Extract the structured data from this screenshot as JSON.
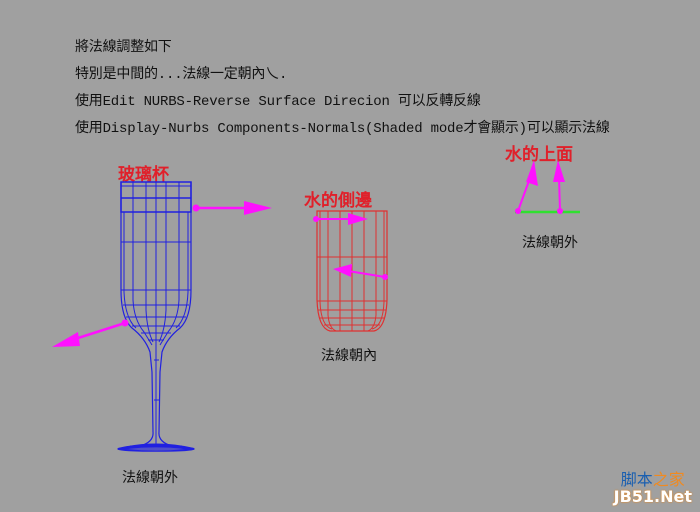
{
  "notes": [
    "將法線調整如下",
    "特別是中間的...法線一定朝內乀.",
    "使用Edit NURBS-Reverse Surface Direcion 可以反轉反線",
    "使用Display-Nurbs Components-Normals(Shaded mode才會顯示)可以顯示法線"
  ],
  "objects": {
    "glass": {
      "title": "玻璃杯",
      "caption": "法線朝外",
      "wire_color": "#2020e0"
    },
    "water_side": {
      "title": "水的側邊",
      "caption": "法線朝內",
      "wire_color": "#e03030"
    },
    "water_top": {
      "title": "水的上面",
      "caption": "法線朝外",
      "wire_color": "#30e030"
    }
  },
  "colors": {
    "background": "#a0a0a0",
    "normal_arrow": "#ff10ff",
    "label_red": "#e0202a"
  },
  "watermark": {
    "line1_a": "脚本",
    "line1_b": "之家",
    "line2": "JB51.Net"
  }
}
